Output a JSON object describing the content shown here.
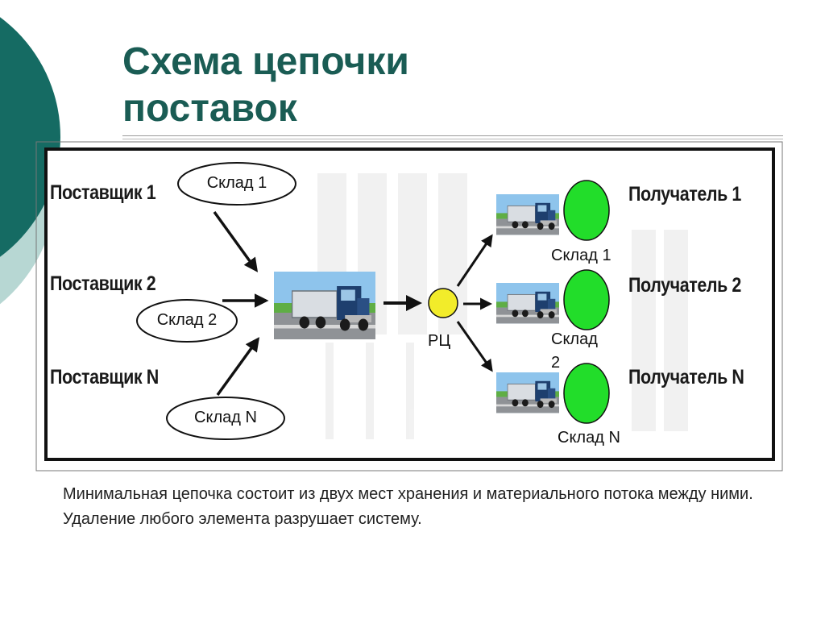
{
  "title": {
    "line1": "Схема цепочки",
    "line2": "поставок"
  },
  "diagram": {
    "suppliers": [
      "Поставщик 1",
      "Поставщик 2",
      "Поставщик N"
    ],
    "supplier_warehouses": [
      "Склад 1",
      "Склад 2",
      "Склад N"
    ],
    "distribution_center": "РЦ",
    "recipients": [
      "Получатель 1",
      "Получатель 2",
      "Получатель N"
    ],
    "recipient_warehouses": {
      "w1": "Склад 1",
      "w2_line1": "Склад",
      "w2_line2": "2",
      "wn": "Склад N"
    },
    "icons": {
      "truck": "truck-icon",
      "dc": "distribution-center-node",
      "recipient": "recipient-node"
    },
    "colors": {
      "accent": "#1a5c54",
      "dc_fill": "#f2ec2a",
      "recipient_fill": "#22dd2a"
    }
  },
  "caption": "Минимальная цепочка состоит из двух мест хранения и материального потока между ними. Удаление любого элемента разрушает систему."
}
